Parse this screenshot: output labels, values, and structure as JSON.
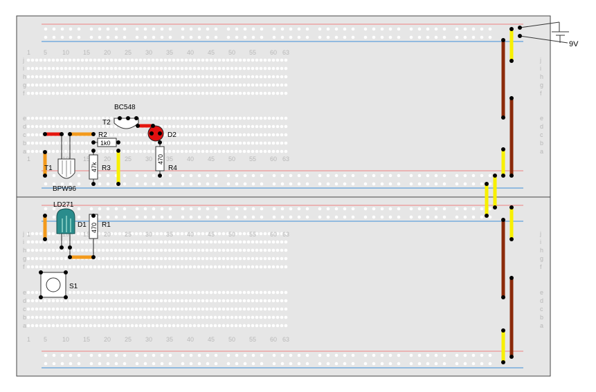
{
  "column_numbers": [
    "1",
    "5",
    "10",
    "15",
    "20",
    "25",
    "30",
    "35",
    "40",
    "45",
    "50",
    "55",
    "60",
    "63"
  ],
  "row_letters_top": [
    "f",
    "g",
    "h",
    "i",
    "j"
  ],
  "row_letters_bottom": [
    "a",
    "b",
    "c",
    "d",
    "e"
  ],
  "colors": {
    "board": "#e6e6e6",
    "hole": "#ffffff",
    "rail_red": "#ef8080",
    "rail_blue": "#3c8fd8",
    "wire_red": "#e4160f",
    "wire_orange": "#f39a1c",
    "wire_yellow": "#f8f000",
    "wire_brown": "#8b2a0a",
    "led_red": "#e01010",
    "ir_led": "#2a8c8c"
  },
  "components": {
    "battery": "9V",
    "t1": {
      "ref": "T1",
      "part": "BPW96"
    },
    "t2": {
      "ref": "T2",
      "part": "BC548"
    },
    "r2": {
      "ref": "R2",
      "value": "1k0"
    },
    "r3": {
      "ref": "R3",
      "value": "47k"
    },
    "r4": {
      "ref": "R4",
      "value": "470"
    },
    "d2": {
      "ref": "D2"
    },
    "d1": {
      "ref": "D1",
      "part": "LD271"
    },
    "r1": {
      "ref": "R1",
      "value": "470"
    },
    "s1": {
      "ref": "S1"
    }
  }
}
